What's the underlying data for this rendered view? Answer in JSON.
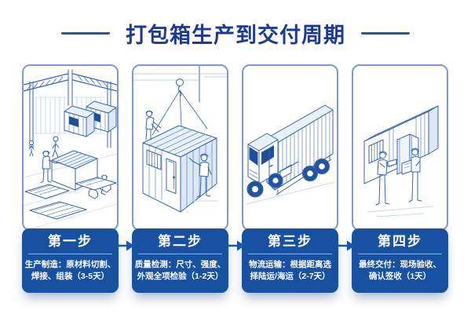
{
  "header": {
    "title": "打包箱生产到交付周期"
  },
  "steps": [
    {
      "label": "第一步",
      "desc_line1": "生产制造：原材料切割、",
      "desc_line2": "焊接、组装（3-5天）",
      "illustration": "factory-assembly"
    },
    {
      "label": "第二步",
      "desc_line1": "质量检测：尺寸、强度、",
      "desc_line2": "外观全项检验（1-2天）",
      "illustration": "crane-quality-inspection"
    },
    {
      "label": "第三步",
      "desc_line1": "物流运输：根据距离选",
      "desc_line2": "择陆运/海运（2-7天）",
      "illustration": "container-truck-transport"
    },
    {
      "label": "第四步",
      "desc_line1": "最终交付：现场验收、",
      "desc_line2": "确认签收（1天）",
      "illustration": "site-acceptance-delivery"
    }
  ],
  "colors": {
    "title_text": "#1a3a94",
    "step_box_bg": "#17519f",
    "panel_border": "#7b9ad1",
    "line_art": "#3465ad",
    "arrow": "#1c57a5",
    "dark_fill": "#1f4f9c"
  }
}
